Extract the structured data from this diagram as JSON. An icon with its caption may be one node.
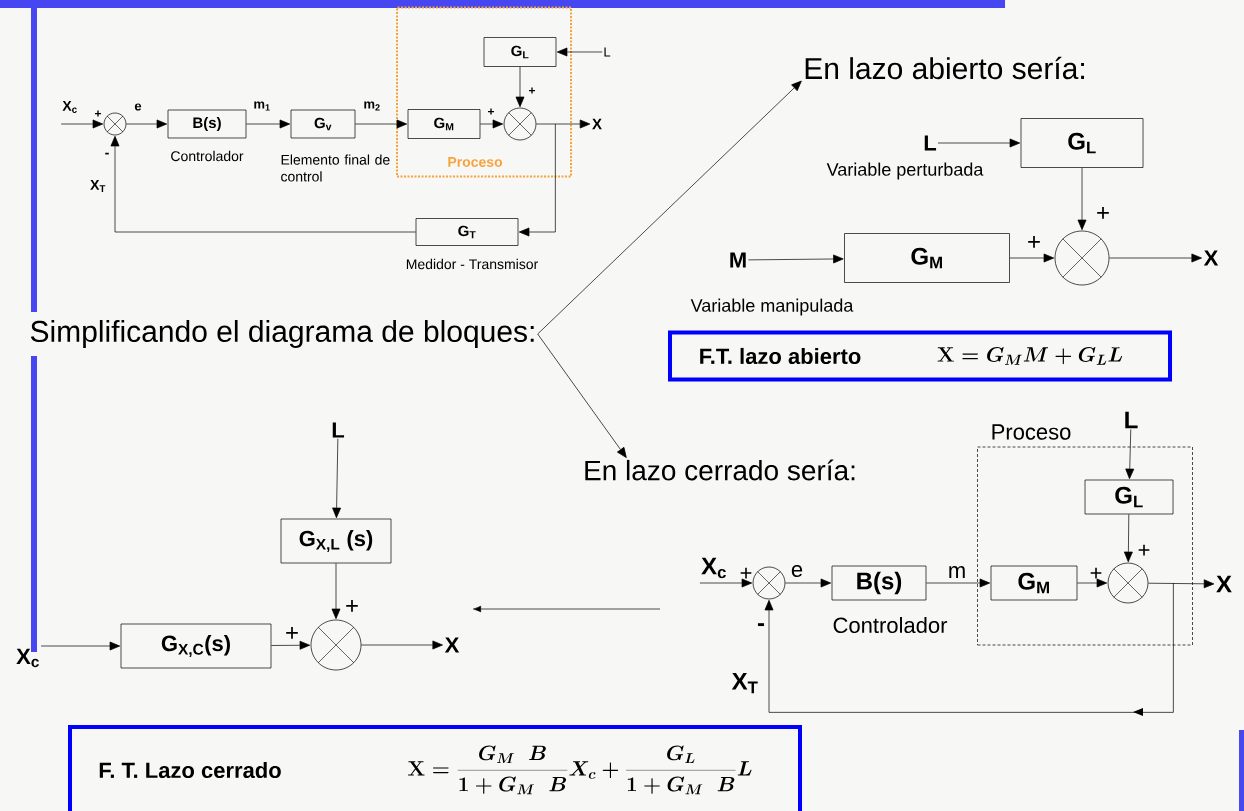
{
  "diagram": {
    "nodes": [
      {
        "text": [
          "X$_{c}$"
        ]
      },
      {
        "text": [],
        "shape": "circle"
      },
      {
        "text": [
          "B(s)"
        ],
        "beside": [
          "Controlador"
        ]
      },
      {
        "text": [
          "G$_{v}$"
        ],
        "beside": [
          "Elemento final de control"
        ]
      },
      {
        "text": [
          "Proceso"
        ]
      },
      {
        "text": [
          "G$_{M}$"
        ],
        "in": 4
      },
      {
        "text": [
          "G$_{L}$"
        ],
        "in": 4
      },
      {
        "text": [],
        "shape": "circle",
        "in": 4
      },
      {
        "text": [
          "L"
        ]
      },
      {
        "text": [
          "X"
        ]
      },
      {
        "text": [
          "G$_{T}$"
        ],
        "beside": [
          "Medidor - Transmisor"
        ]
      },
      {
        "text": [
          "Simplificando el diagrama de bloques:"
        ]
      },
      {
        "text": [
          "En lazo abierto sería:"
        ]
      },
      {
        "text": [
          "En lazo cerrado sería:"
        ]
      },
      {
        "text": [
          "L"
        ],
        "beside": [
          "Variable perturbada"
        ]
      },
      {
        "text": [
          "G$_{L}$"
        ]
      },
      {
        "text": [],
        "shape": "circle"
      },
      {
        "text": [
          "M"
        ],
        "beside": [
          "Variable manipulada"
        ]
      },
      {
        "text": [
          "G$_{M}$"
        ]
      },
      {
        "text": [
          "X"
        ]
      },
      {
        "text": [
          "F.T. lazo abierto",
          "\\mathbf{X}=G_{M}M+G_{L}L"
        ]
      },
      {
        "text": [
          "L"
        ]
      },
      {
        "text": [
          "G$_{X,L}$ (s)"
        ]
      },
      {
        "text": [],
        "shape": "circle"
      },
      {
        "text": [
          "X$_{c}$"
        ]
      },
      {
        "text": [
          "G$_{X,C}$(s)"
        ]
      },
      {
        "text": [
          "X"
        ]
      },
      {
        "text": [
          "Proceso"
        ]
      },
      {
        "text": [
          "X$_{c}$"
        ]
      },
      {
        "text": [],
        "shape": "circle"
      },
      {
        "text": [
          "B(s)"
        ],
        "beside": [
          "Controlador"
        ]
      },
      {
        "text": [
          "G$_{M}$"
        ],
        "in": 27
      },
      {
        "text": [
          "G$_{L}$"
        ],
        "in": 27
      },
      {
        "text": [],
        "shape": "circle",
        "in": 27
      },
      {
        "text": [
          "L"
        ]
      },
      {
        "text": [
          "X"
        ]
      },
      {
        "text": [
          "F. T. Lazo cerrado",
          "\\mathbf{X}=\\frac{G_{M}\\;\\;B}{1+G_{M}\\;\\;B}X_{c}+\\frac{G_{L}}{1+G_{M}\\;\\;B}L"
        ]
      }
    ],
    "edges": [
      {
        "from": 0,
        "to": 1,
        "arrow": "to"
      },
      {
        "from": 1,
        "to": 2,
        "arrow": "to",
        "label": "e"
      },
      {
        "from": 2,
        "to": 3,
        "arrow": "to",
        "label": "m$_{1}$"
      },
      {
        "from": 3,
        "to": 5,
        "arrow": "to",
        "label": "m$_{2}$"
      },
      {
        "from": 5,
        "to": 7,
        "arrow": "to"
      },
      {
        "from": 8,
        "to": 6,
        "arrow": "to"
      },
      {
        "from": 6,
        "to": 7,
        "arrow": "to"
      },
      {
        "from": 7,
        "to": 9,
        "arrow": "to"
      },
      {
        "from": 7,
        "to": 10,
        "arrow": "to"
      },
      {
        "from": 10,
        "to": 1,
        "arrow": "to"
      },
      {
        "from": 11,
        "to": 12,
        "arrow": "to"
      },
      {
        "from": 11,
        "to": 13,
        "arrow": "to"
      },
      {
        "from": 14,
        "to": 15,
        "arrow": "to"
      },
      {
        "from": 15,
        "to": 16,
        "arrow": "to"
      },
      {
        "from": 17,
        "to": 18,
        "arrow": "to"
      },
      {
        "from": 18,
        "to": 16,
        "arrow": "to"
      },
      {
        "from": 16,
        "to": 19,
        "arrow": "to"
      },
      {
        "from": 21,
        "to": 22,
        "arrow": "to"
      },
      {
        "from": 22,
        "to": 23,
        "arrow": "to"
      },
      {
        "from": 24,
        "to": 25,
        "arrow": "to"
      },
      {
        "from": 25,
        "to": 23,
        "arrow": "to"
      },
      {
        "from": 23,
        "to": 26,
        "arrow": "to"
      },
      {
        "from": 28,
        "to": 29,
        "arrow": "to"
      },
      {
        "from": 29,
        "to": 30,
        "arrow": "to",
        "label": "e"
      },
      {
        "from": 30,
        "to": 31,
        "arrow": "to",
        "label": "m"
      },
      {
        "from": 31,
        "to": 33,
        "arrow": "to"
      },
      {
        "from": 34,
        "to": 32,
        "arrow": "to"
      },
      {
        "from": 32,
        "to": 33,
        "arrow": "to"
      },
      {
        "from": 33,
        "to": 35,
        "arrow": "to"
      },
      {
        "from": 33,
        "to": 29,
        "arrow": "to"
      }
    ],
    "labels": [
      "+",
      "+",
      "+",
      "-",
      "X$_{T}$",
      "+",
      "+",
      "+",
      "+",
      "+",
      "-",
      "X$_{T}$",
      "+",
      "+"
    ]
  }
}
